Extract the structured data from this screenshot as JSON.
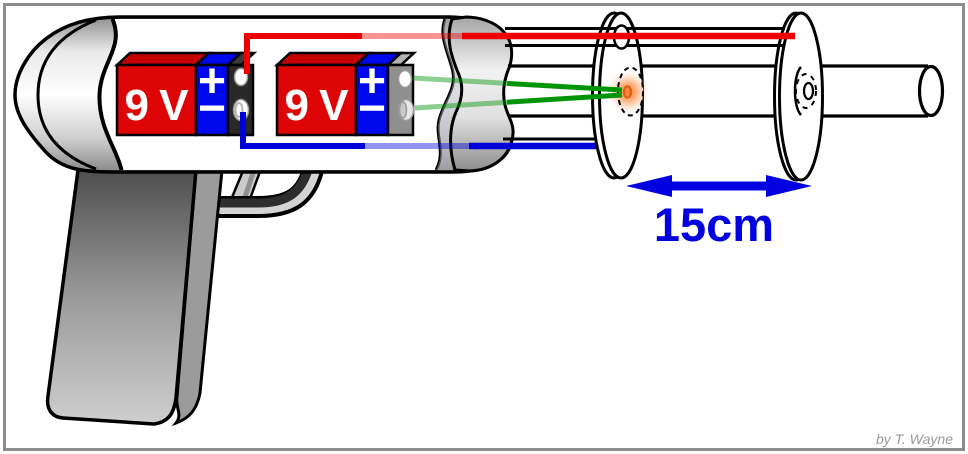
{
  "diagram": {
    "credit": "by T. Wayne",
    "dimension": {
      "label": "15cm"
    },
    "batteries": [
      {
        "voltage": "9 V",
        "plus": "+",
        "minus": "−"
      },
      {
        "voltage": "9 V",
        "plus": "+",
        "minus": "−"
      }
    ],
    "colors": {
      "battery_red": "#dd0505",
      "battery_red_top": "#c40000",
      "battery_blue": "#0008f0",
      "terminal_dark": "#282828",
      "terminal_gray": "#8f8f8f",
      "wire_red": "#ee0000",
      "wire_blue": "#0000d8",
      "wire_green": "#009408",
      "dimension_blue": "#0000e0",
      "glow_orange": "#ff7722",
      "credit_gray": "#9a9a9a",
      "frame_gray": "#8d8d8d"
    }
  }
}
